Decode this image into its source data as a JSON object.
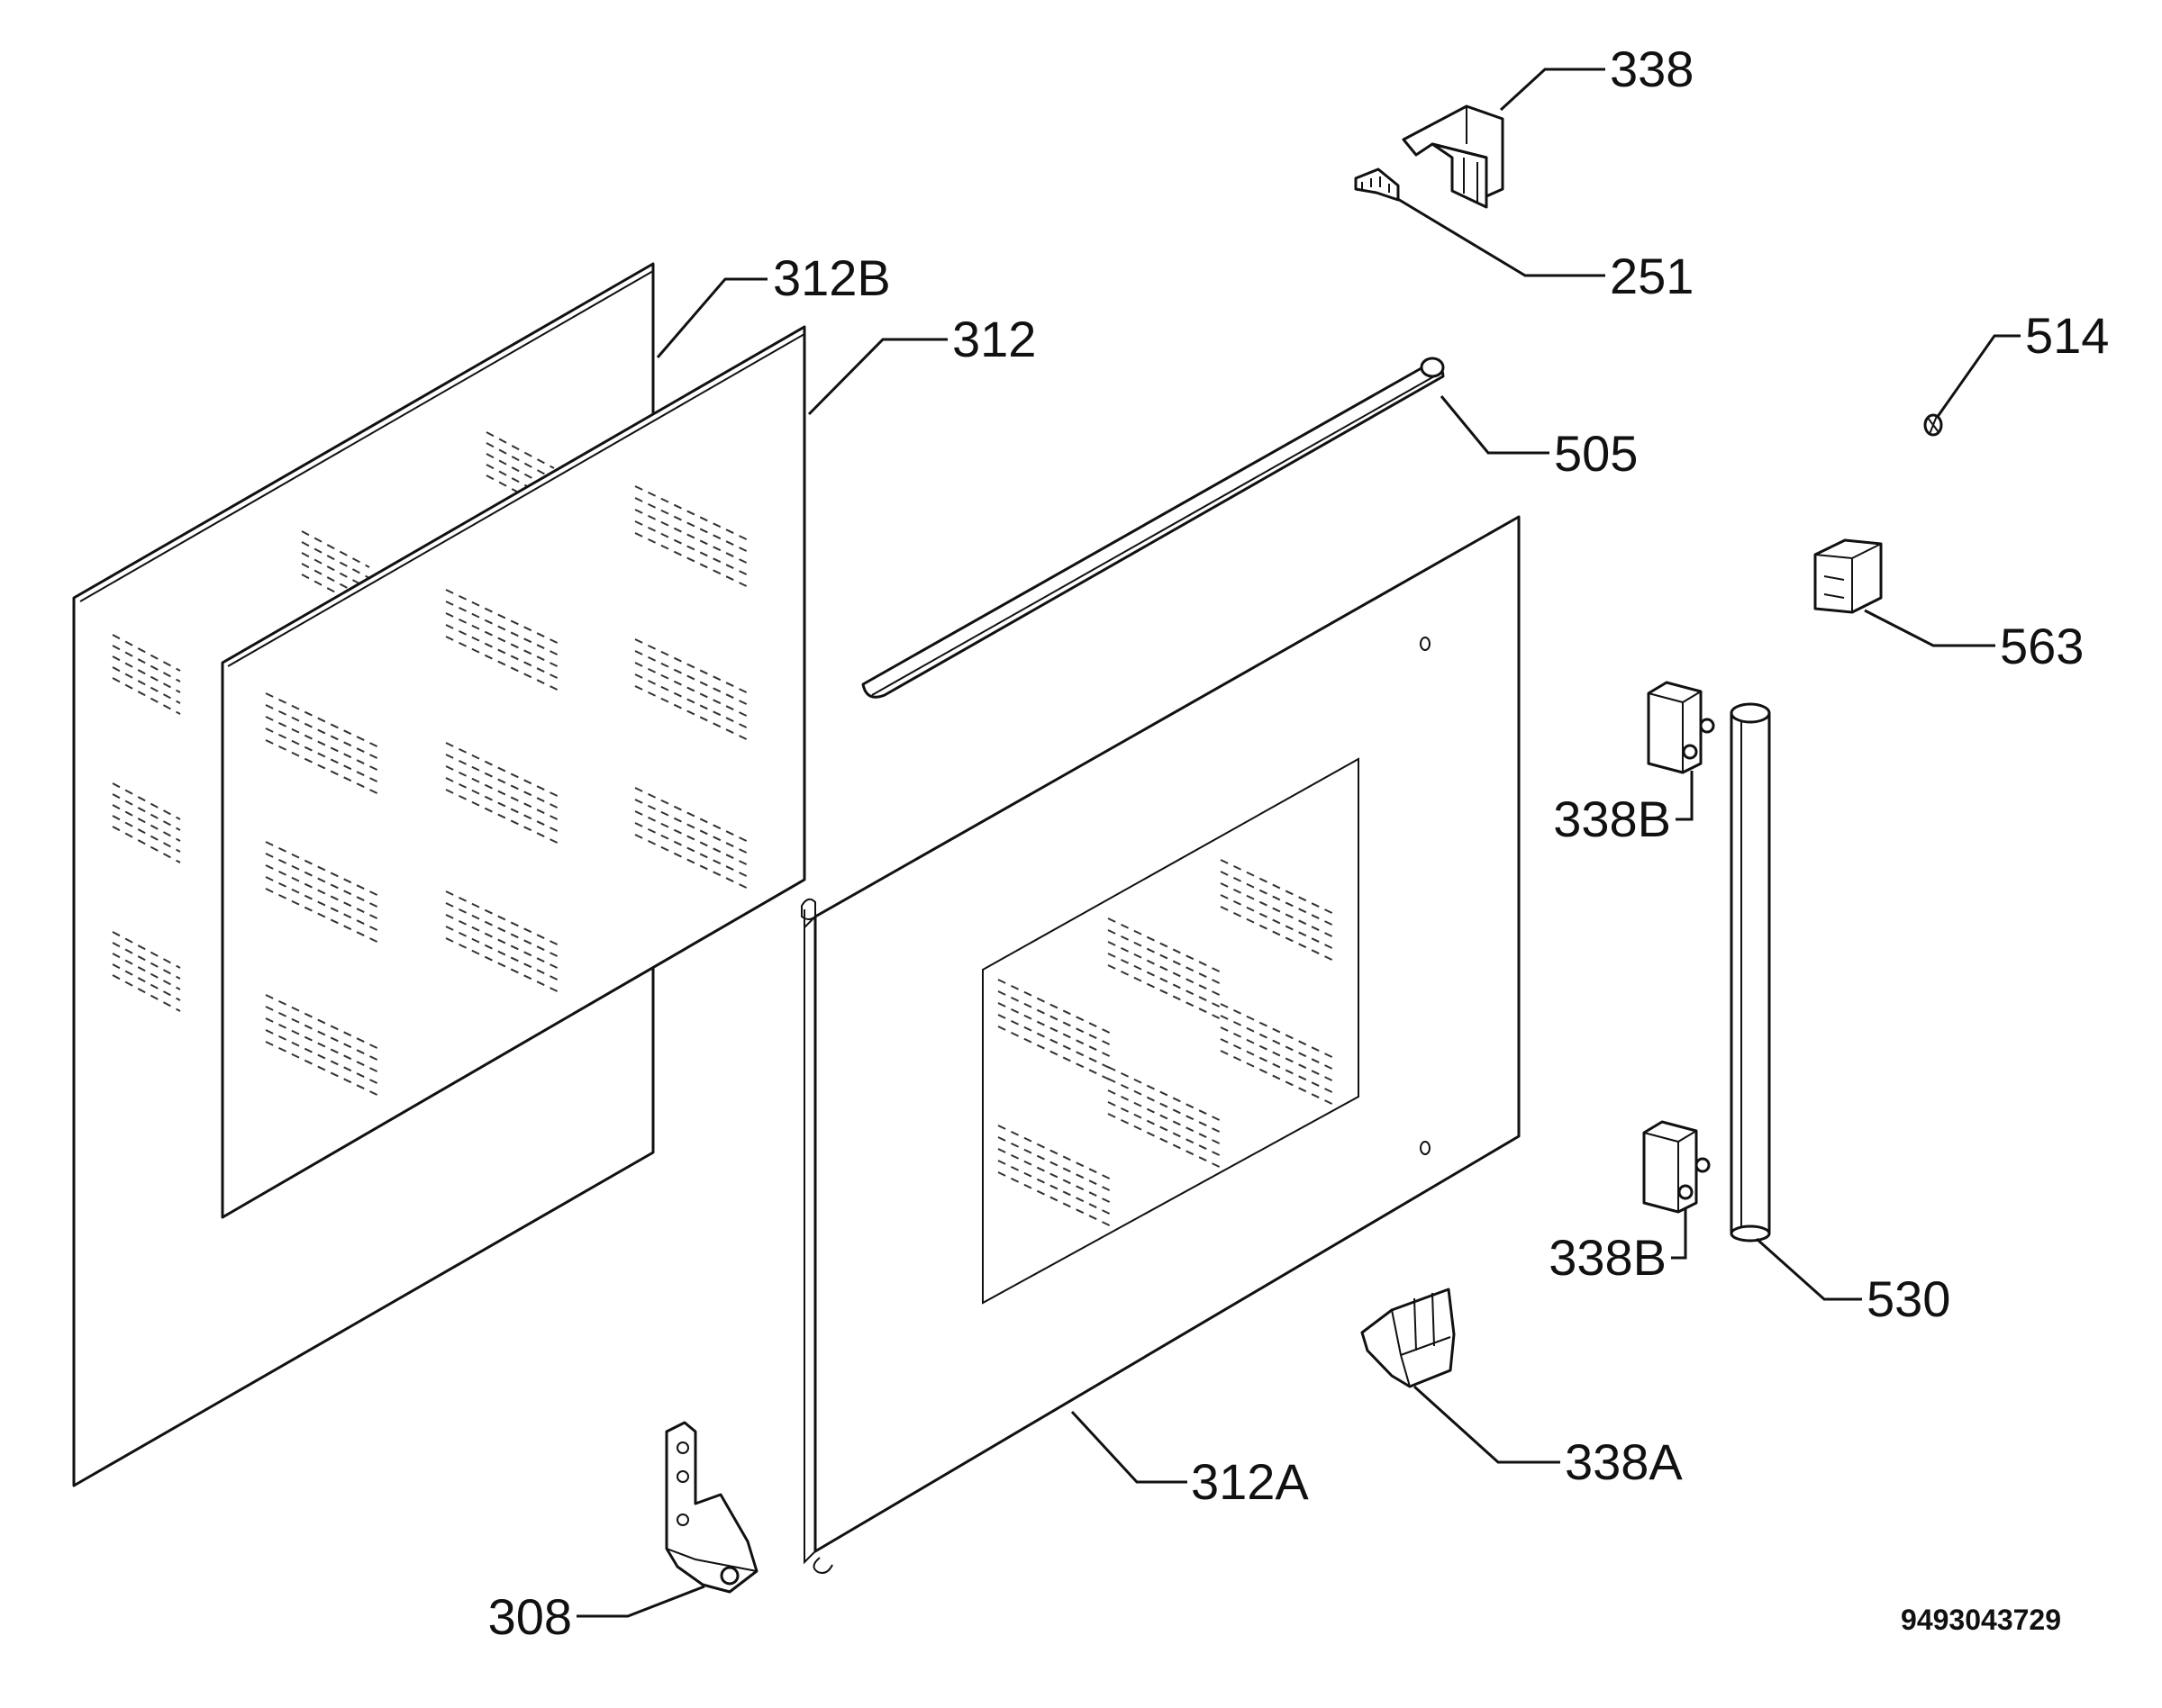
{
  "diagram": {
    "drawing_number": "9493043729",
    "labels": {
      "l338": "338",
      "l251": "251",
      "l312B": "312B",
      "l312": "312",
      "l514": "514",
      "l505": "505",
      "l563": "563",
      "l338B_top": "338B",
      "l338B_bottom": "338B",
      "l530": "530",
      "l338A": "338A",
      "l312A": "312A",
      "l308": "308"
    }
  }
}
